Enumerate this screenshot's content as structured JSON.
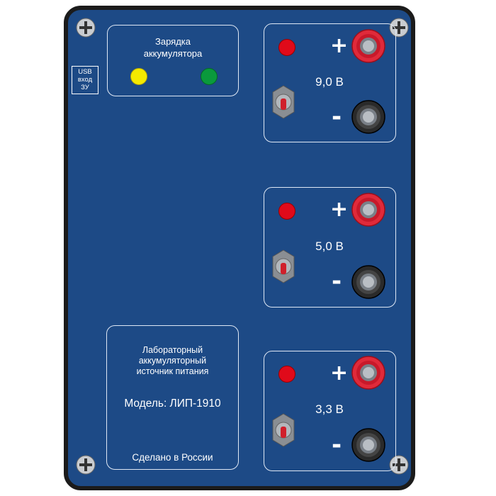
{
  "panel": {
    "usb_label": [
      "USB",
      "вход",
      "ЗУ"
    ],
    "charging": {
      "title_line1": "Зарядка",
      "title_line2": "аккумулятора",
      "leds": [
        {
          "color": "#f5ea00",
          "icon": "yellow-led-icon"
        },
        {
          "color": "#0a9a3c",
          "icon": "green-led-icon"
        }
      ]
    },
    "outputs": [
      {
        "voltage": "9,0 В",
        "plus": "+",
        "minus": "-"
      },
      {
        "voltage": "5,0 В",
        "plus": "+",
        "minus": "-"
      },
      {
        "voltage": "3,3 В",
        "plus": "+",
        "minus": "-"
      }
    ],
    "info": {
      "line1": "Лабораторный",
      "line2": "аккумуляторный",
      "line3": "источник питания",
      "model": "Модель: ЛИП-1910",
      "made_in": "Сделано в России"
    }
  },
  "colors": {
    "panel": "#1d4a86",
    "border": "#1b1b1b",
    "led_red": "#e00a1a",
    "terminal_red": "#e02a3a",
    "terminal_black": "#2a2a2a"
  }
}
